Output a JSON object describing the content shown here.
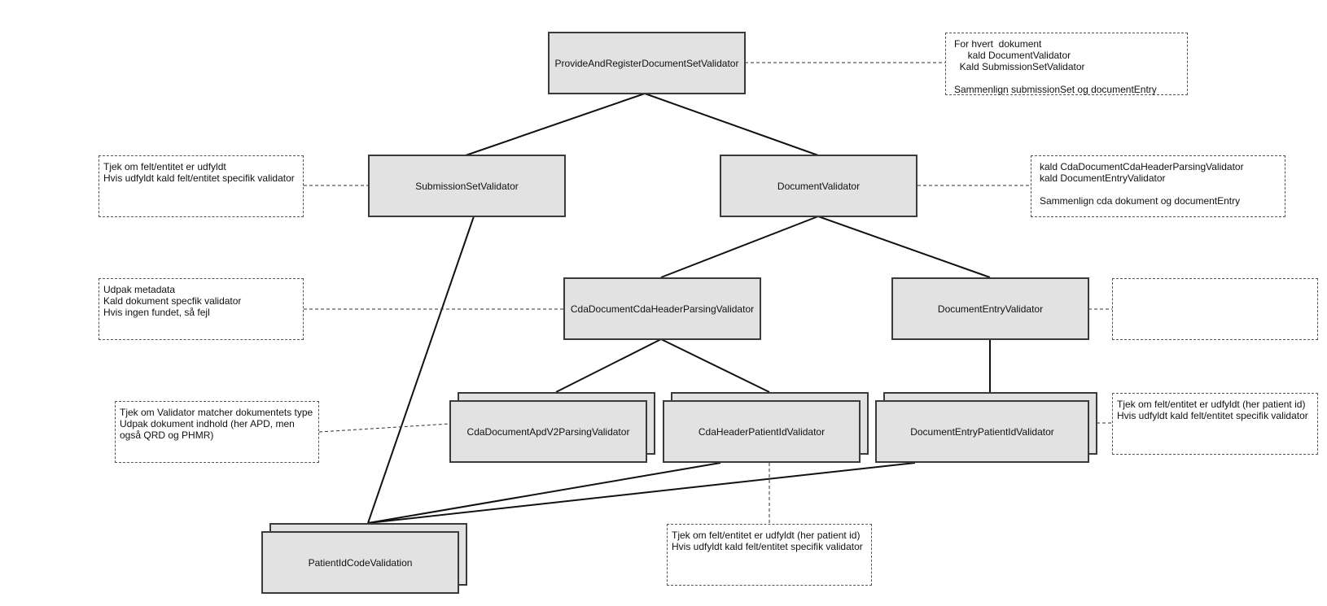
{
  "diagram": {
    "nodes": {
      "provide": "ProvideAndRegisterDocumentSetValidator",
      "submission_set": "SubmissionSetValidator",
      "document": "DocumentValidator",
      "cda_header_parsing": "CdaDocumentCdaHeaderParsingValidator",
      "document_entry": "DocumentEntryValidator",
      "apd_parsing": "CdaDocumentApdV2ParsingValidator",
      "header_patient_id": "CdaHeaderPatientIdValidator",
      "entry_patient_id": "DocumentEntryPatientIdValidator",
      "patient_id_code": "PatientIdCodeValidation"
    },
    "notes": {
      "provide": "For hvert  dokument\n     kald DocumentValidator\n  Kald SubmissionSetValidator\n\nSammenlign submissionSet og documentEntry",
      "submission_set": "Tjek om felt/entitet er udfyldt\nHvis udfyldt kald felt/entitet specifik validator",
      "document": "kald CdaDocumentCdaHeaderParsingValidator\nkald DocumentEntryValidator\n\nSammenlign cda dokument og documentEntry",
      "cda_header_parsing": "Udpak metadata\nKald dokument specfik validator\nHvis ingen fundet, så fejl",
      "document_entry": "",
      "apd_parsing": "Tjek om Validator matcher dokumentets type\nUdpak dokument indhold (her APD, men også QRD og PHMR)",
      "entry_patient_id": "Tjek om felt/entitet er udfyldt (her patient id)\nHvis udfyldt kald felt/entitet specifik validator",
      "header_patient_id": "Tjek om felt/entitet er udfyldt (her patient id)\nHvis udfyldt kald felt/entitet specifik validator"
    }
  }
}
